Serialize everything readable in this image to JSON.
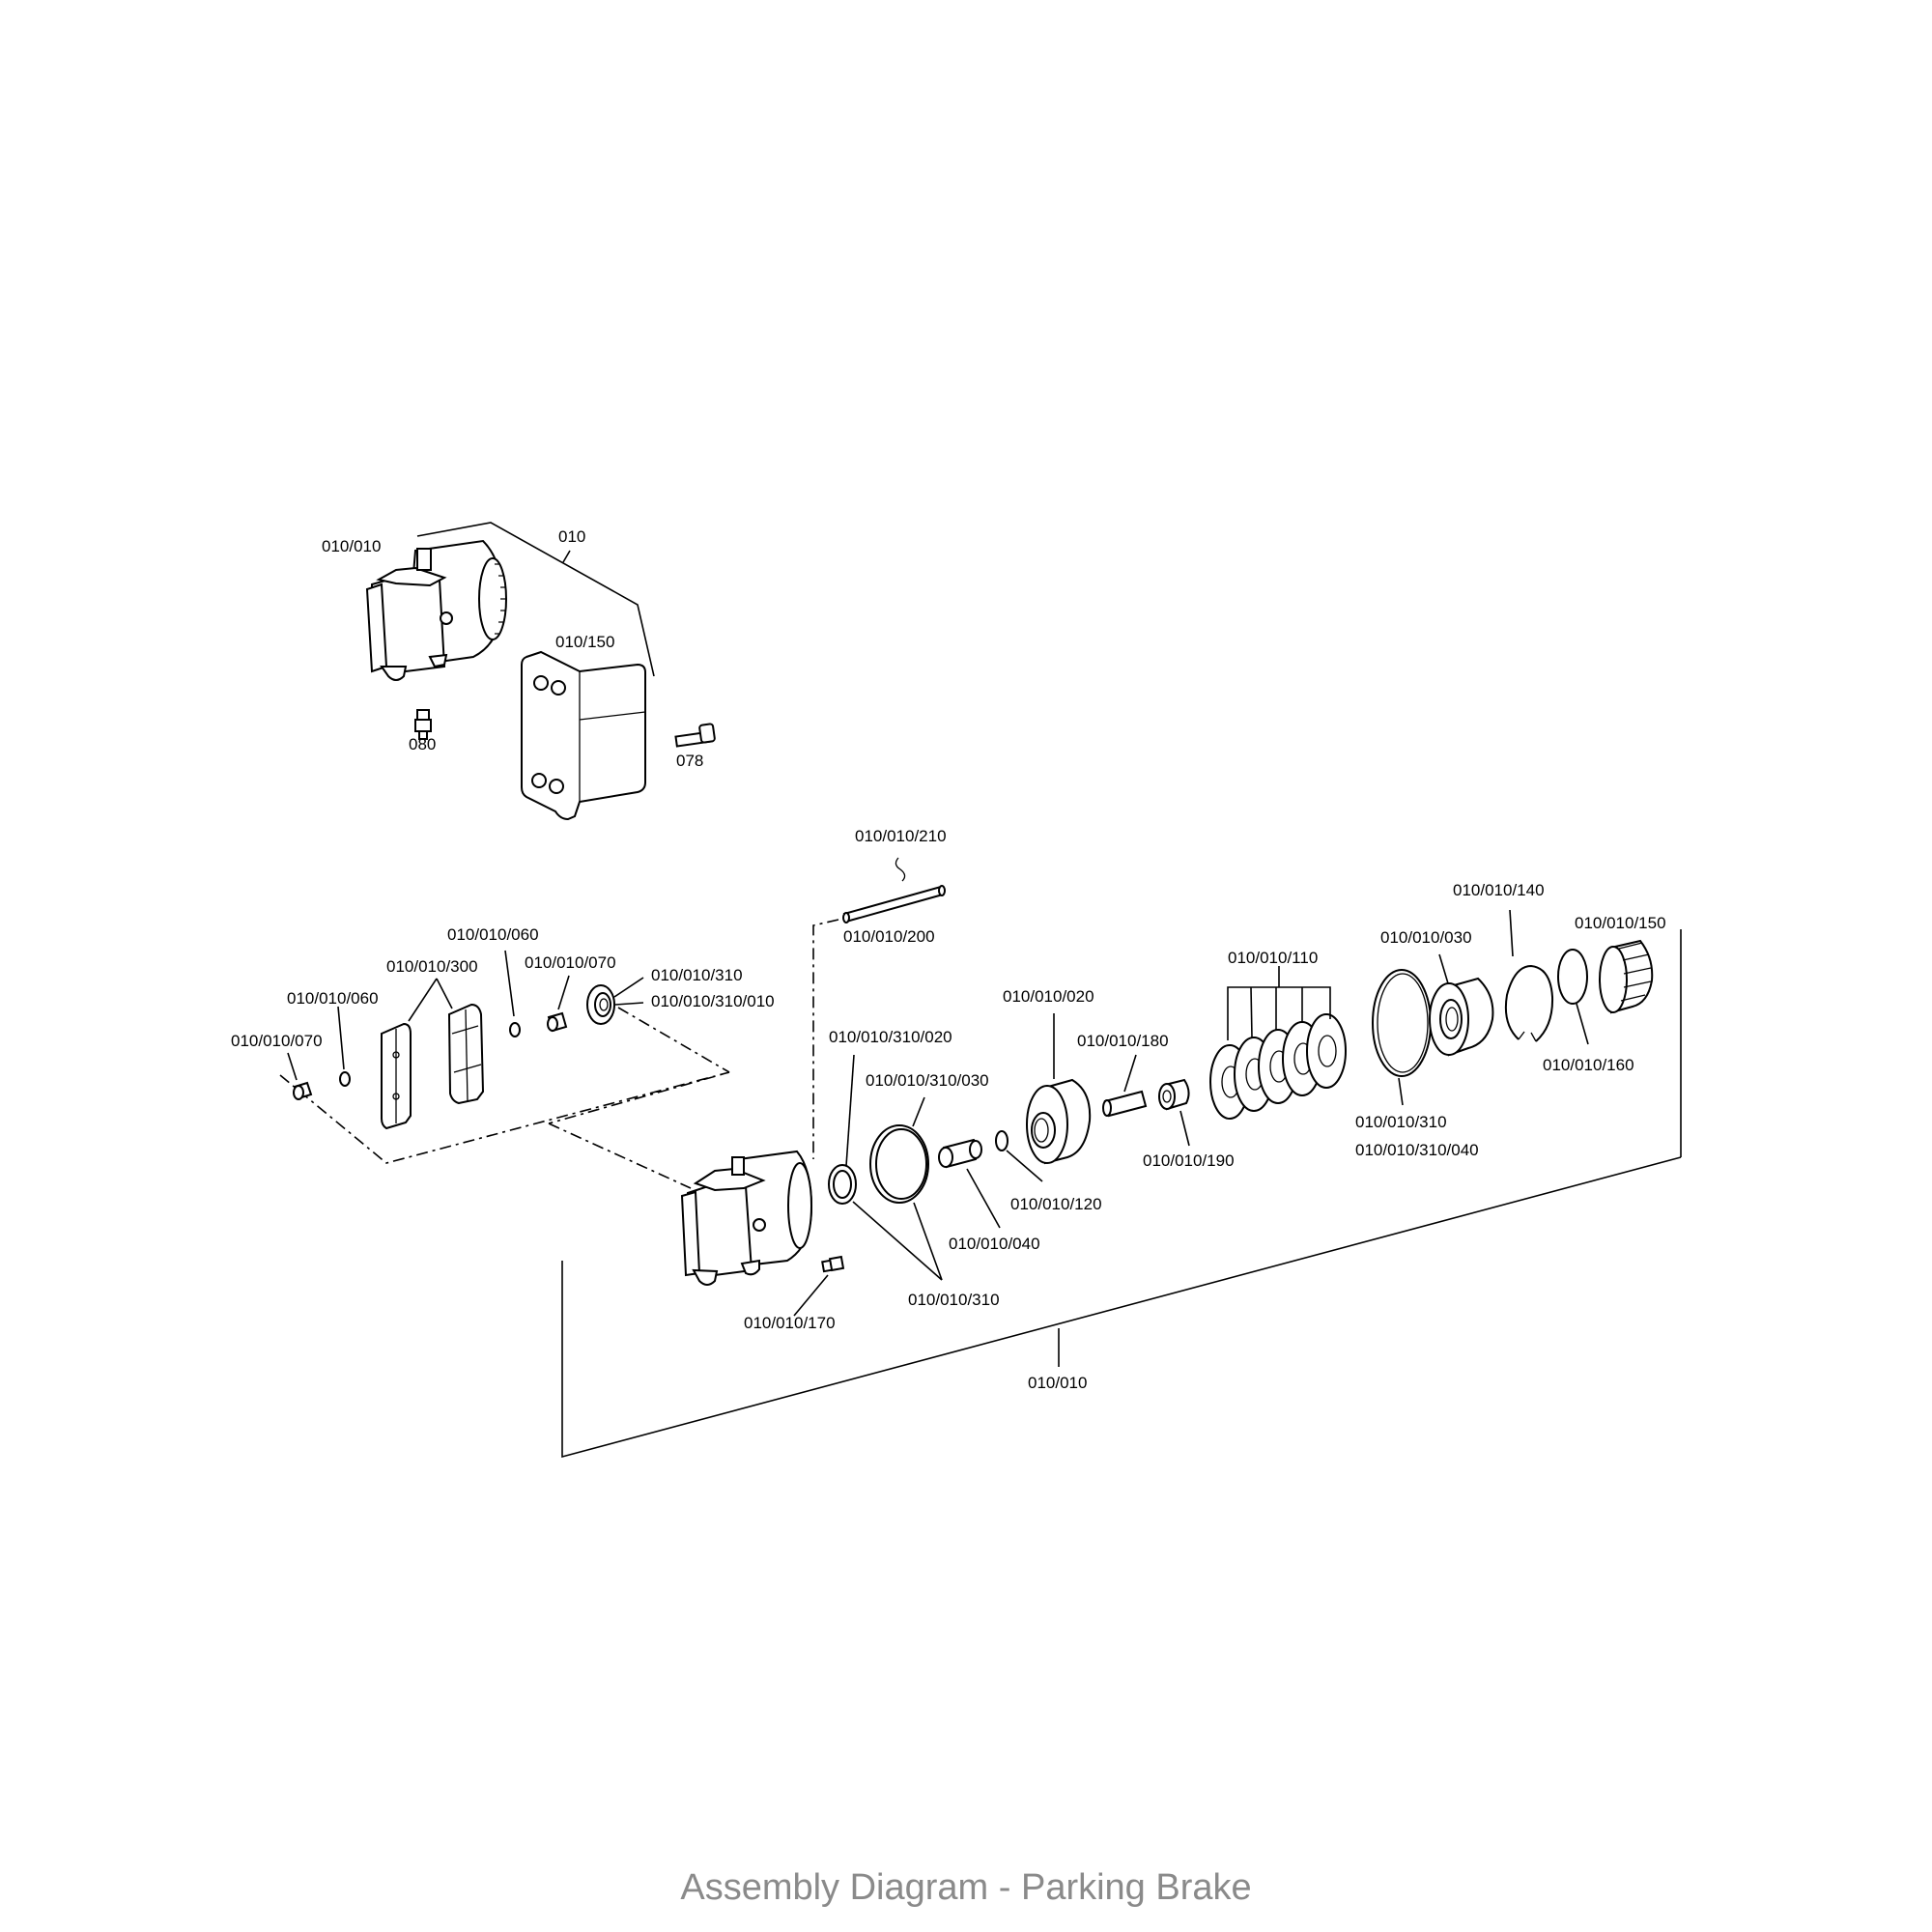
{
  "caption": "Assembly Diagram - Parking Brake",
  "labels": {
    "top_assembly": "010/010",
    "assembly": "010",
    "bracket": "010/150",
    "grease_nipple": "080",
    "bolt": "078",
    "pin_clip": "010/010/210",
    "pin": "010/010/200",
    "washer_upper": "010/010/060",
    "pads": "010/010/300",
    "sleeve_upper": "010/010/070",
    "seal_kit_a": "010/010/310",
    "seal_kit_a_item": "010/010/310/010",
    "washer_lower": "010/010/060",
    "sleeve_lower": "010/010/070",
    "seal_020": "010/010/310/020",
    "seal_030": "010/010/310/030",
    "piston": "010/010/020",
    "bolt_180": "010/010/180",
    "spring_washers": "010/010/110",
    "bearing": "010/010/030",
    "circlip": "010/010/140",
    "adjuster_nut": "010/010/150",
    "o_ring_160": "010/010/160",
    "nut_190": "010/010/190",
    "ring_120": "010/010/120",
    "seal_kit_b": "010/010/310",
    "seal_kit_b_item": "010/010/310/040",
    "bushing_040": "010/010/040",
    "seal_kit_c": "010/010/310",
    "bleeder_170": "010/010/170",
    "main_assembly": "010/010"
  }
}
